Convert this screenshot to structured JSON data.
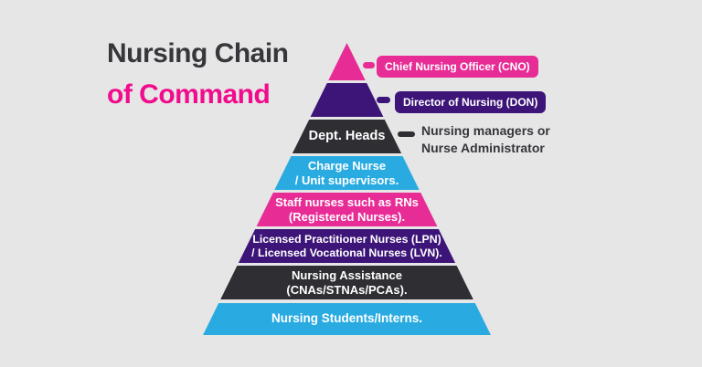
{
  "title": {
    "line1": "Nursing Chain",
    "line2": "of Command"
  },
  "colors": {
    "pink": "#e82c96",
    "purple": "#3d1578",
    "dark": "#2e2e33",
    "blue": "#29abe2",
    "background": "#e6e6e6",
    "title_dark": "#36363b",
    "title_pink": "#f10c8d",
    "white": "#ffffff"
  },
  "pyramid": {
    "levels": [
      {
        "rank": 1,
        "color": "pink",
        "lines": []
      },
      {
        "rank": 2,
        "color": "purple",
        "lines": []
      },
      {
        "rank": 3,
        "color": "dark",
        "lines": [
          "Dept. Heads"
        ]
      },
      {
        "rank": 4,
        "color": "blue",
        "lines": [
          "Charge Nurse",
          "/ Unit supervisors."
        ]
      },
      {
        "rank": 5,
        "color": "pink",
        "lines": [
          "Staff nurses such as RNs",
          "(Registered Nurses)."
        ]
      },
      {
        "rank": 6,
        "color": "purple",
        "lines": [
          "Licensed Practitioner Nurses (LPN)",
          "/ Licensed Vocational Nurses (LVN)."
        ]
      },
      {
        "rank": 7,
        "color": "dark",
        "lines": [
          "Nursing Assistance",
          "(CNAs/STNAs/PCAs)."
        ]
      },
      {
        "rank": 8,
        "color": "blue",
        "lines": [
          "Nursing Students/Interns."
        ]
      }
    ]
  },
  "callouts": {
    "cno": {
      "label": "Chief Nursing Officer (CNO)"
    },
    "don": {
      "label": "Director of Nursing (DON)"
    },
    "dept_note": {
      "line1": "Nursing managers or",
      "line2": "Nurse Administrator"
    }
  }
}
